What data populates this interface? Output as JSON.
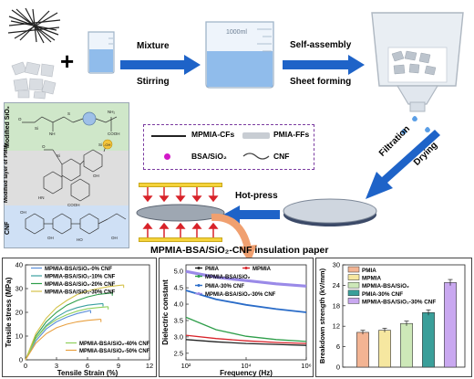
{
  "process": {
    "step1_top": "Mixture",
    "step1_bottom": "Stirring",
    "step2_top": "Self-assembly",
    "step2_bottom": "Sheet forming",
    "step3_top": "Filtration",
    "step3_bottom": "Drying",
    "step4": "Hot-press",
    "product": "MPMIA-BSA/SiO₂-CNF insulation paper",
    "beaker_mark": "1000ml"
  },
  "legend": {
    "cf": "MPMIA-CFs",
    "ff": "PMIA-FFs",
    "bsa": "BSA/SiO₂",
    "cnf": "CNF"
  },
  "layers": {
    "top": "Modified SiO₂",
    "middle": "Modified layer of PMIA",
    "bottom": "CNF"
  },
  "colors": {
    "arrow_blue": "#1e63c8",
    "arrow_orange": "#f0a070",
    "press_red": "#d8232a",
    "plate_yellow": "#f5d33b",
    "chem_box_top": "#cfe7c9",
    "chem_box_mid": "#dedede",
    "chem_box_bottom": "#cfe0f5"
  },
  "chart_data": [
    {
      "type": "line",
      "xlabel": "Tensile Strain (%)",
      "ylabel": "Tensile stress (MPa)",
      "xlim": [
        0,
        12
      ],
      "ylim": [
        0,
        40
      ],
      "xticks": [
        "0",
        "3",
        "6",
        "9",
        "12"
      ],
      "yticks": [
        "0",
        "10",
        "20",
        "30",
        "40"
      ],
      "legend_top": [
        "MPMIA-BSA/SiO₂-0% CNF",
        "MPMIA-BSA/SiO₂-10% CNF",
        "MPMIA-BSA/SiO₂-20% CNF",
        "MPMIA-BSA/SiO₂-30% CNF"
      ],
      "legend_bottom": [
        "MPMIA-BSA/SiO₂-40% CNF",
        "MPMIA-BSA/SiO₂-50% CNF"
      ],
      "series": [
        {
          "name": "MPMIA-BSA/SiO₂-0% CNF",
          "color": "#5b8fd8",
          "points": [
            [
              0,
              0
            ],
            [
              1,
              8
            ],
            [
              2,
              13
            ],
            [
              3,
              16
            ],
            [
              4,
              18
            ],
            [
              5,
              19.5
            ],
            [
              6,
              20.5
            ],
            [
              6.3,
              20.8
            ]
          ]
        },
        {
          "name": "MPMIA-BSA/SiO₂-10% CNF",
          "color": "#3aa0a0",
          "points": [
            [
              0,
              0
            ],
            [
              1,
              9
            ],
            [
              2,
              14.5
            ],
            [
              3,
              18
            ],
            [
              4,
              20.5
            ],
            [
              5,
              22
            ],
            [
              6,
              23
            ],
            [
              7,
              23.5
            ],
            [
              7.5,
              23.7
            ]
          ]
        },
        {
          "name": "MPMIA-BSA/SiO₂-20% CNF",
          "color": "#2e9e4a",
          "points": [
            [
              0,
              0
            ],
            [
              1,
              10
            ],
            [
              2,
              16
            ],
            [
              3,
              20
            ],
            [
              4,
              23
            ],
            [
              5,
              25
            ],
            [
              6,
              26.5
            ],
            [
              7,
              27.5
            ],
            [
              8,
              28
            ],
            [
              8.4,
              28.2
            ]
          ]
        },
        {
          "name": "MPMIA-BSA/SiO₂-30% CNF",
          "color": "#d4c24a",
          "points": [
            [
              0,
              0
            ],
            [
              1,
              11
            ],
            [
              2,
              17.5
            ],
            [
              3,
              22
            ],
            [
              4,
              25
            ],
            [
              5,
              27.5
            ],
            [
              6,
              29
            ],
            [
              7,
              30
            ],
            [
              8,
              30.8
            ],
            [
              9,
              31.3
            ],
            [
              9.5,
              31.5
            ]
          ]
        },
        {
          "name": "MPMIA-BSA/SiO₂-40% CNF",
          "color": "#8fd05a",
          "points": [
            [
              0,
              0
            ],
            [
              1,
              9
            ],
            [
              2,
              14
            ],
            [
              3,
              17
            ],
            [
              4,
              19
            ],
            [
              5,
              20.5
            ],
            [
              6,
              21.5
            ],
            [
              7,
              22
            ],
            [
              8,
              22.4
            ]
          ]
        },
        {
          "name": "MPMIA-BSA/SiO₂-50% CNF",
          "color": "#e8a040",
          "points": [
            [
              0,
              0
            ],
            [
              1,
              7
            ],
            [
              2,
              11
            ],
            [
              3,
              13.5
            ],
            [
              4,
              15
            ],
            [
              5,
              16
            ],
            [
              6,
              16.6
            ],
            [
              7,
              17
            ],
            [
              7.3,
              17.1
            ]
          ]
        }
      ]
    },
    {
      "type": "line",
      "xlabel": "Frequency (Hz)",
      "ylabel": "Dielectric constant",
      "xscale": "log",
      "xlim": [
        100,
        1000000
      ],
      "ylim": [
        2.3,
        5.2
      ],
      "xticks": [
        "10²",
        "10⁴",
        "10⁶"
      ],
      "yticks": [
        "2.5",
        "3.0",
        "3.5",
        "4.0",
        "4.5",
        "5.0"
      ],
      "series": [
        {
          "name": "PMIA",
          "color": "#222222",
          "points": [
            [
              100,
              2.92
            ],
            [
              1000,
              2.85
            ],
            [
              10000,
              2.8
            ],
            [
              100000,
              2.77
            ],
            [
              1000000,
              2.74
            ]
          ]
        },
        {
          "name": "MPMIA",
          "color": "#d8232a",
          "points": [
            [
              100,
              3.05
            ],
            [
              1000,
              2.95
            ],
            [
              10000,
              2.88
            ],
            [
              100000,
              2.83
            ],
            [
              1000000,
              2.8
            ]
          ]
        },
        {
          "name": "MPMIA-BSA/SiO₂",
          "color": "#2e9e4a",
          "points": [
            [
              100,
              3.6
            ],
            [
              1000,
              3.22
            ],
            [
              10000,
              3.02
            ],
            [
              100000,
              2.92
            ],
            [
              1000000,
              2.86
            ]
          ]
        },
        {
          "name": "PMIA-30% CNF",
          "color": "#2a6cc8",
          "points": [
            [
              100,
              4.42
            ],
            [
              1000,
              4.15
            ],
            [
              10000,
              3.98
            ],
            [
              100000,
              3.85
            ],
            [
              1000000,
              3.75
            ]
          ]
        },
        {
          "name": "MPMIA-BSA/SiO₂-30% CNF",
          "color": "#9a8ae8",
          "points": [
            [
              100,
              5.0
            ],
            [
              1000,
              4.82
            ],
            [
              10000,
              4.72
            ],
            [
              100000,
              4.62
            ],
            [
              1000000,
              4.55
            ]
          ]
        }
      ]
    },
    {
      "type": "bar",
      "ylabel": "Breakdown strength (kV/mm)",
      "ylim": [
        0,
        30
      ],
      "yticks": [
        "0",
        "6",
        "12",
        "18",
        "24",
        "30"
      ],
      "categories": [
        "PMIA",
        "MPMIA",
        "MPMIA-BSA/SiO₂",
        "PMIA-30% CNF",
        "MPMIA-BSA/SiO₂-30% CNF"
      ],
      "values": [
        10.2,
        10.8,
        12.8,
        16.0,
        24.8
      ],
      "errors": [
        0.6,
        0.6,
        0.7,
        0.8,
        0.9
      ],
      "colors": [
        "#f3b493",
        "#f6e7a0",
        "#cde8b8",
        "#3a9f9a",
        "#c9a8f0"
      ]
    }
  ]
}
